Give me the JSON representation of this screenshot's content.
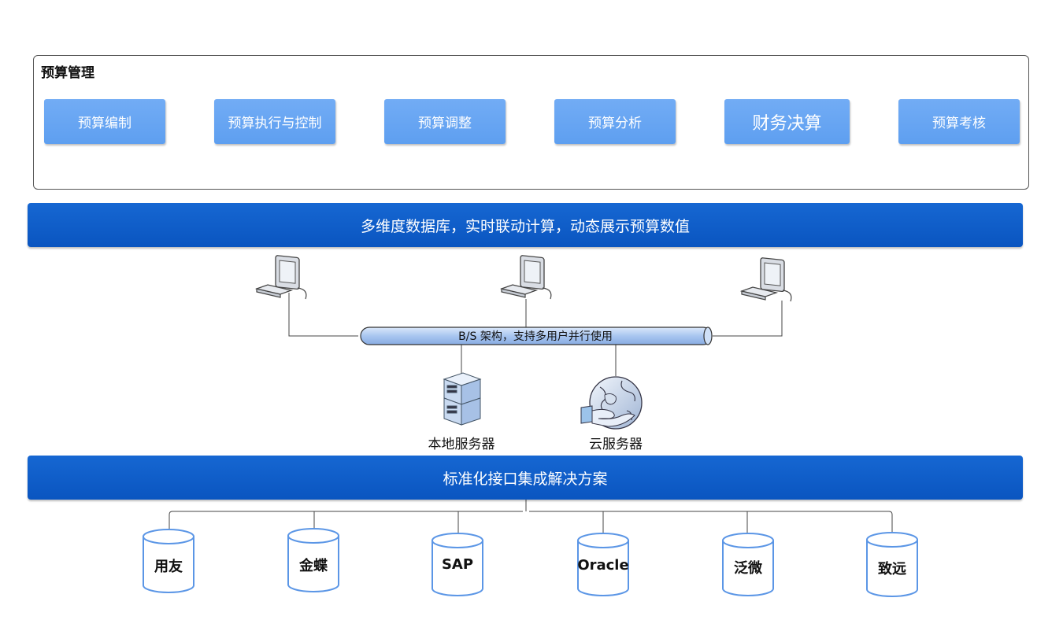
{
  "panel": {
    "title": "预算管理"
  },
  "steps": [
    {
      "label": "预算编制"
    },
    {
      "label": "预算执行与控制"
    },
    {
      "label": "预算调整"
    },
    {
      "label": "预算分析"
    },
    {
      "label": "财务决算"
    },
    {
      "label": "预算考核"
    }
  ],
  "band_database": "多维度数据库，实时联动计算，动态展示预算数值",
  "pipe_label": "B/S 架构，支持多用户并行使用",
  "servers": {
    "local": "本地服务器",
    "cloud": "云服务器"
  },
  "band_interface": "标准化接口集成解决方案",
  "databases": [
    {
      "label": "用友"
    },
    {
      "label": "金蝶"
    },
    {
      "label": "SAP"
    },
    {
      "label": "Oracle"
    },
    {
      "label": "泛微"
    },
    {
      "label": "致远"
    }
  ],
  "colors": {
    "step_fill": "#6aa7f3",
    "band_fill": "#0f5ecb",
    "pipe_fill": "#b9d1f3",
    "db_stroke": "#5b96e6",
    "arrow": "#333333"
  },
  "icons": {
    "workstation": "computer-icon",
    "local_server": "server-rack-icon",
    "cloud_server": "globe-hand-icon",
    "database": "database-cylinder-icon"
  }
}
